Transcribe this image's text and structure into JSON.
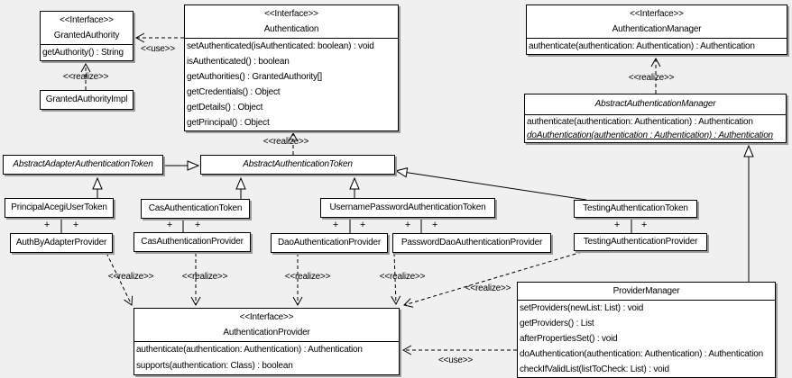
{
  "labels": {
    "use": "<<use>>",
    "realize": "<<realize>>",
    "plus": "+"
  },
  "colors": {
    "background": "#f0f0f0",
    "box_fill": "#ffffff",
    "line": "#000000",
    "shadow": "#9b9b9b"
  },
  "boxes": {
    "granted_authority": {
      "stereotype": "<<Interface>>",
      "name": "GrantedAuthority",
      "methods": [
        "getAuthority() : String"
      ]
    },
    "granted_authority_impl": {
      "name": "GrantedAuthorityImpl"
    },
    "authentication": {
      "stereotype": "<<Interface>>",
      "name": "Authentication",
      "methods": [
        "setAuthenticated(isAuthenticated: boolean) : void",
        "isAuthenticated() : boolean",
        "getAuthorities() : GrantedAuthority[]",
        "getCredentials() : Object",
        "getDetails() : Object",
        "getPrincipal() : Object"
      ]
    },
    "authentication_manager": {
      "stereotype": "<<Interface>>",
      "name": "AuthenticationManager",
      "methods": [
        "authenticate(authentication: Authentication) : Authentication"
      ]
    },
    "abstract_authentication_manager": {
      "name": "AbstractAuthenticationManager",
      "methods": [
        "authenticate(authentication: Authentication) : Authentication",
        "doAuthentication(authentication : Authentication) : Authentication"
      ]
    },
    "abstract_adapter_authentication_token": {
      "name": "AbstractAdapterAuthenticationToken"
    },
    "abstract_authentication_token": {
      "name": "AbstractAuthenticationToken"
    },
    "principal_acegi_user_token": {
      "name": "PrincipalAcegiUserToken"
    },
    "cas_authentication_token": {
      "name": "CasAuthenticationToken"
    },
    "username_password_authentication_token": {
      "name": "UsernamePasswordAuthenticationToken"
    },
    "testing_authentication_token": {
      "name": "TestingAuthenticationToken"
    },
    "auth_by_adapter_provider": {
      "name": "AuthByAdapterProvider"
    },
    "cas_authentication_provider": {
      "name": "CasAuthenticationProvider"
    },
    "dao_authentication_provider": {
      "name": "DaoAuthenticationProvider"
    },
    "password_dao_authentication_provider": {
      "name": "PasswordDaoAuthenticationProvider"
    },
    "testing_authentication_provider": {
      "name": "TestingAuthenticationProvider"
    },
    "authentication_provider": {
      "stereotype": "<<Interface>>",
      "name": "AuthenticationProvider",
      "methods": [
        "authenticate(authentication: Authentication) : Authentication",
        "supports(authentication: Class) : boolean"
      ]
    },
    "provider_manager": {
      "name": "ProviderManager",
      "methods": [
        "setProviders(newList: List) : void",
        "getProviders() : List",
        "afterPropertiesSet() : void",
        "doAuthentication(authentication: Authentication) : Authentication",
        "checkIfValidList(listToCheck: List) : void"
      ]
    }
  }
}
